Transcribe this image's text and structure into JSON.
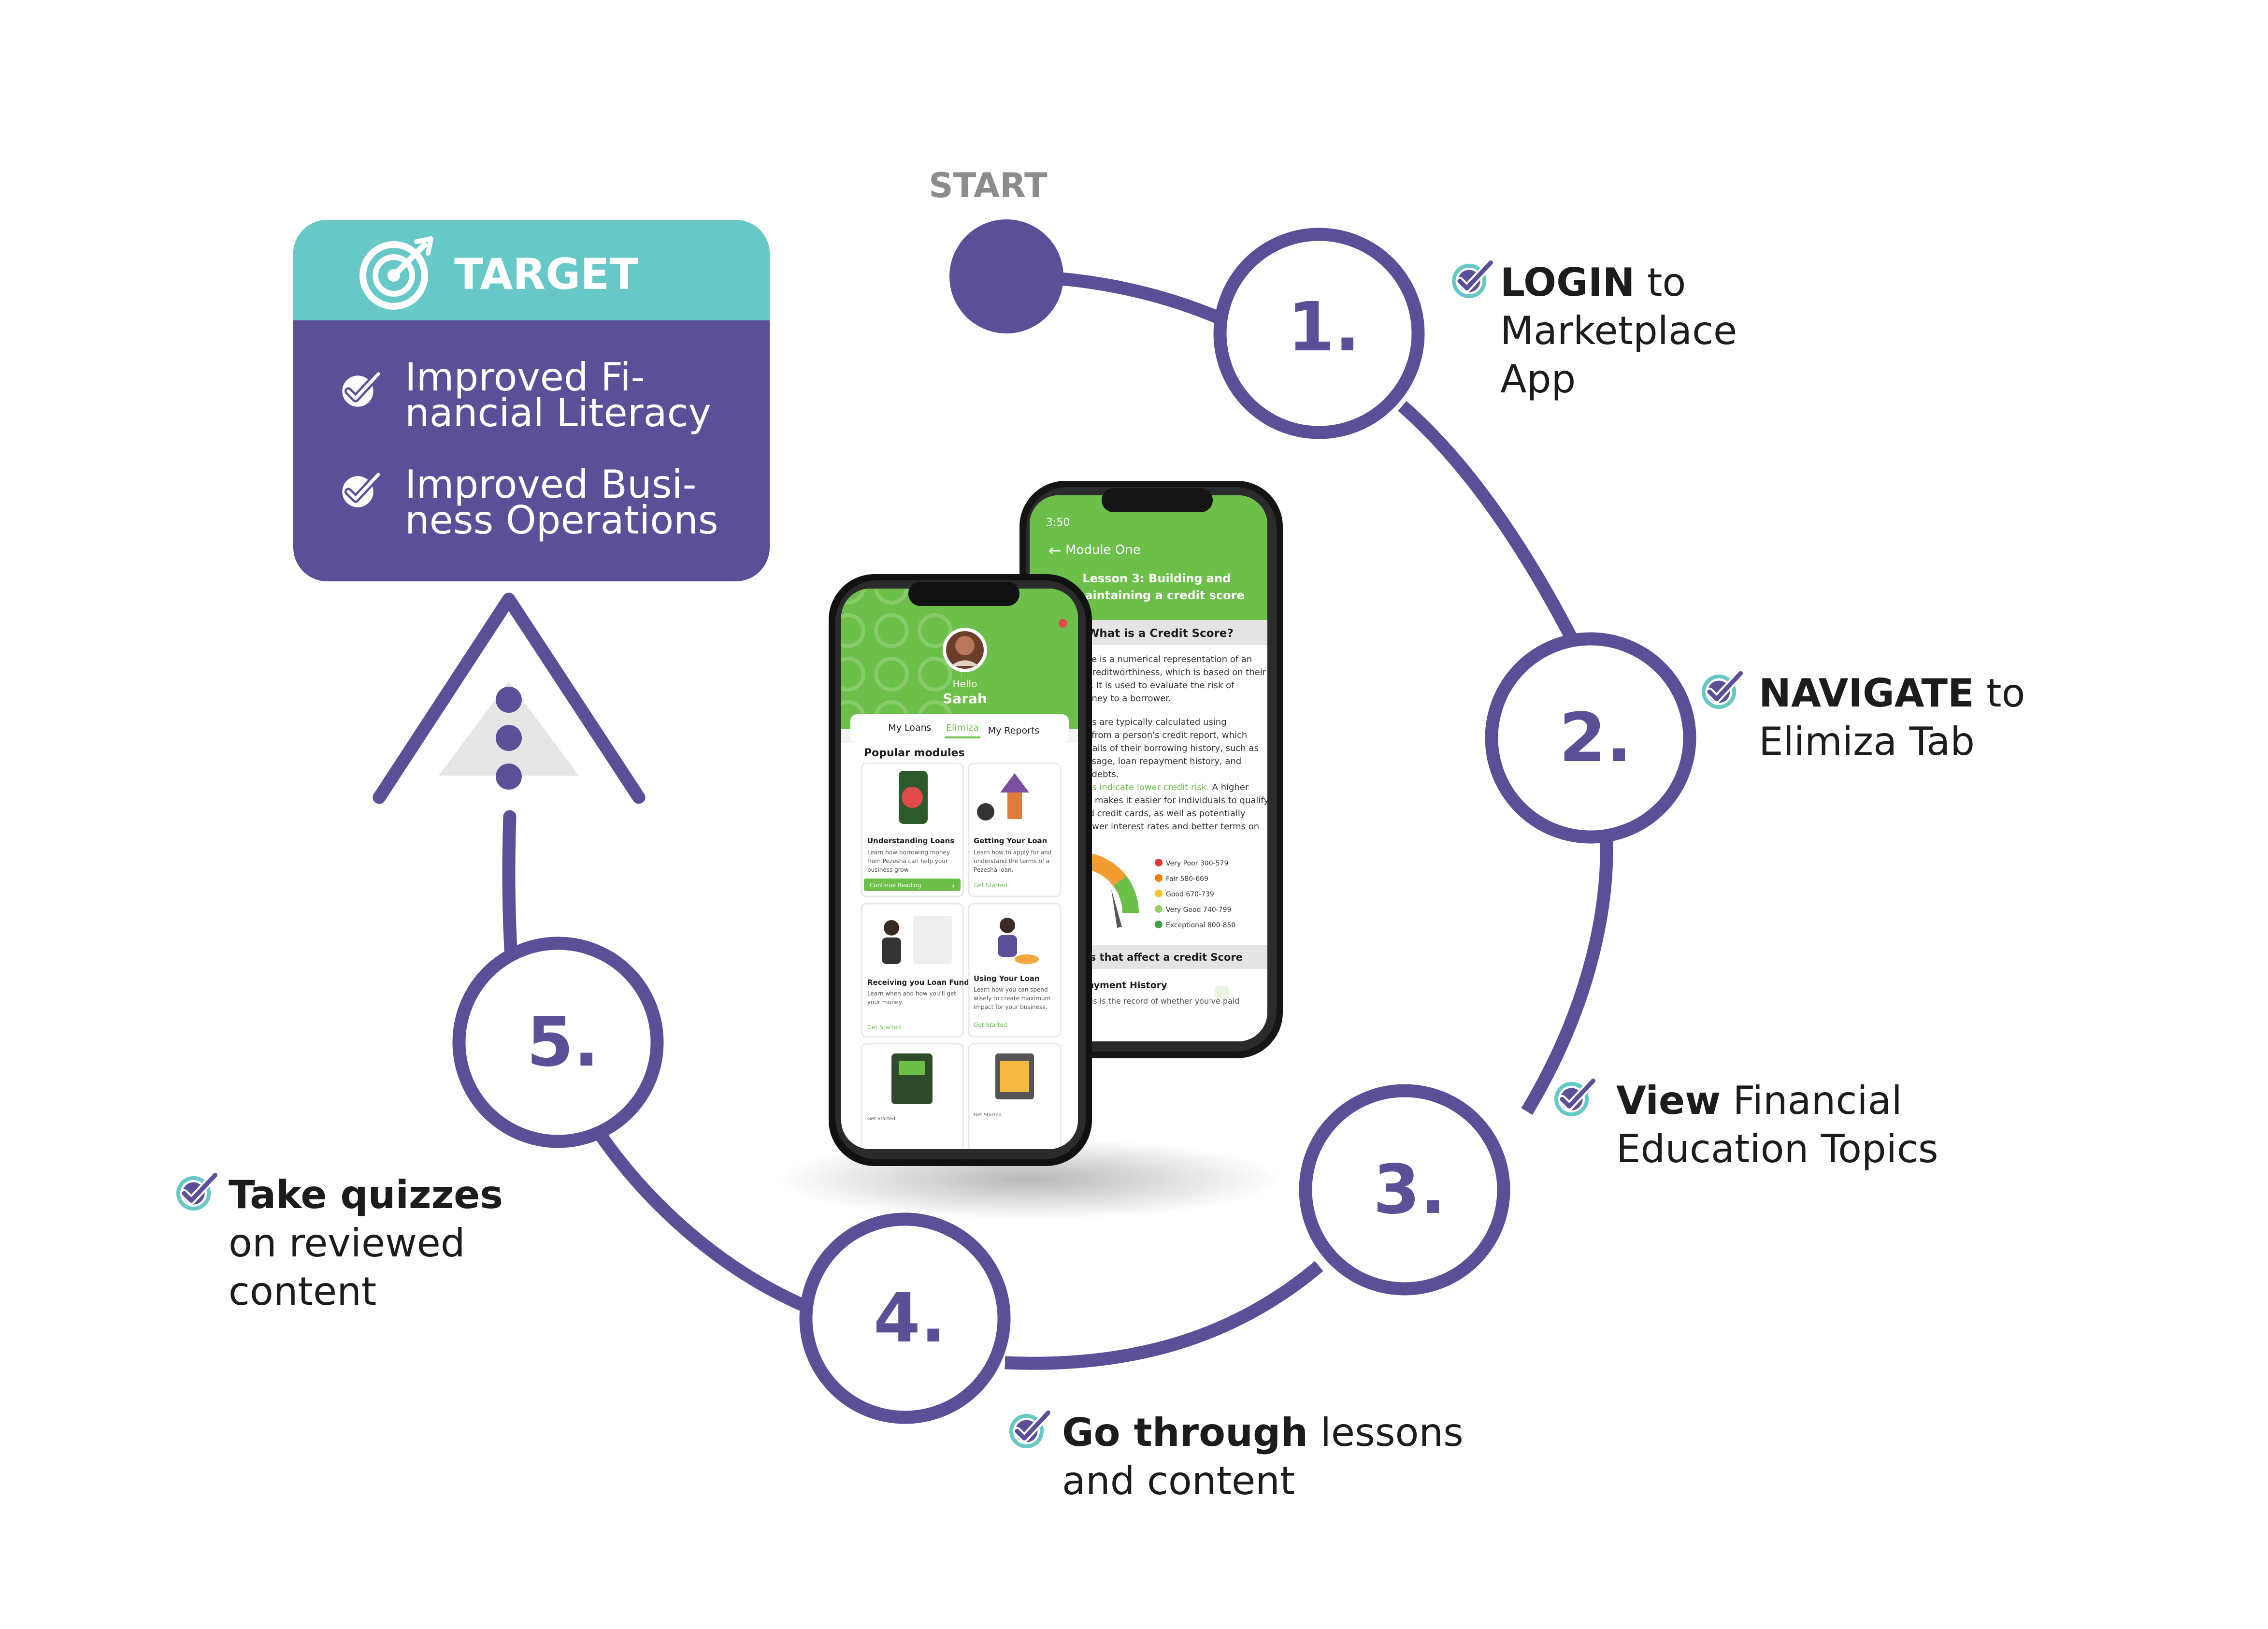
{
  "start_label": "START",
  "target": {
    "title": "TARGET",
    "items": [
      [
        "Improved Fi-",
        "nancial Literacy"
      ],
      [
        "Improved Busi-",
        "ness Operations"
      ]
    ]
  },
  "steps": [
    {
      "number": "1.",
      "bold": "LOGIN",
      "rest": " to",
      "extra": [
        "Marketplace",
        "App"
      ]
    },
    {
      "number": "2.",
      "bold": "NAVIGATE",
      "rest": " to",
      "extra": [
        "Elimiza Tab"
      ]
    },
    {
      "number": "3.",
      "bold": "View",
      "rest": " Financial",
      "extra": [
        "Education Topics"
      ]
    },
    {
      "number": "4.",
      "bold": "Go through",
      "rest": " lessons",
      "extra": [
        "and content"
      ]
    },
    {
      "number": "5.",
      "bold": "Take quizzes",
      "rest": "",
      "extra": [
        "on reviewed",
        "content"
      ]
    }
  ],
  "phone_back": {
    "status_time": "3:50",
    "back_label": "Module One",
    "lesson_title": [
      "Lesson 3: Building and",
      "maintaining a credit score"
    ],
    "section_title": "What is a Credit Score?",
    "paragraph1": [
      "core is a numerical representation of an",
      "'s creditworthiness, which is based on their",
      "ory. It is used to evaluate the risk of",
      "money to a borrower."
    ],
    "paragraph2": [
      "ores are typically calculated using",
      "on from a person's credit report, which",
      "details of their borrowing history, such as",
      "d usage, loan repayment history, and",
      "ng debts."
    ],
    "highlight": "ores indicate lower credit risk.",
    "highlight_rest": " A higher",
    "paragraph3": [
      "ore makes it easier for individuals to qualify",
      "and credit cards, as well as potentially",
      "r lower interest rates and better terms on"
    ],
    "legend": [
      "Very Poor 300-579",
      "Fair 580-669",
      "Good 670-739",
      "Very Good 740-799",
      "Exceptional 800-850"
    ],
    "legend_colors": [
      "#e53935",
      "#f57c00",
      "#fbc02d",
      "#9ccc65",
      "#43a047"
    ],
    "factors_title": "ors that affect a credit Score",
    "factor_item": "Payment History",
    "factor_sub": "This is the record of whether you've paid"
  },
  "phone_front": {
    "greeting": "Hello",
    "user_name": "Sarah",
    "tabs": [
      "My Loans",
      "Elimiza",
      "My Reports"
    ],
    "section_title": "Popular modules",
    "modules": [
      {
        "title": "Understanding Loans",
        "desc": [
          "Learn how borrowing money",
          "from Pezesha can help your",
          "business grow."
        ],
        "action": "Continue Reading"
      },
      {
        "title": "Getting Your Loan",
        "desc": [
          "Learn how to apply for and",
          "understand the terms of a",
          "Pezesha loan."
        ],
        "action": "Get Started"
      },
      {
        "title": "Receiving you Loan Funds",
        "desc": [
          "Learn when and how you'll get",
          "your money."
        ],
        "action": "Get Started"
      },
      {
        "title": "Using Your Loan",
        "desc": [
          "Learn how you can spend",
          "wisely to create maximum",
          "impact for your business."
        ],
        "action": "Get Started"
      },
      {
        "title": "",
        "desc": [],
        "action": "Get Started"
      },
      {
        "title": "",
        "desc": [],
        "action": "Get Started"
      }
    ]
  },
  "colors": {
    "primary": "#5b4f97",
    "teal": "#66c9c7",
    "green": "#6cc04a",
    "text": "#1c1c1c",
    "gray": "#8c8c8c",
    "light_gray": "#e4e4e4"
  }
}
